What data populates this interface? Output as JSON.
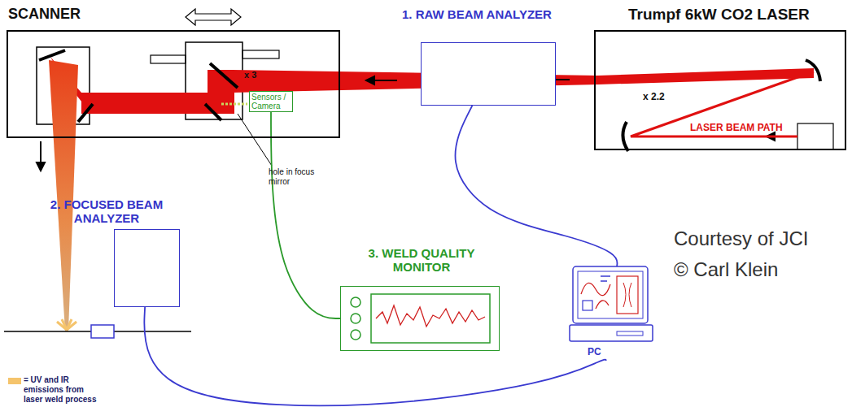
{
  "diagram": {
    "nodes": [
      {
        "text": [
          "SCANNER"
        ]
      },
      {
        "text": [
          "Sensors / Camera"
        ],
        "in": 0
      },
      {
        "text": [
          "1. RAW BEAM ANALYZER"
        ]
      },
      {
        "text": [
          "Trumpf 6kW CO2 LASER"
        ]
      },
      {
        "text": [
          "2. FOCUSED BEAM ANALYZER"
        ]
      },
      {
        "text": [
          "3. WELD QUALITY MONITOR"
        ]
      },
      {
        "text": [
          "PC"
        ]
      }
    ],
    "edges": [
      {
        "from": 2,
        "to": 6,
        "arrow": "none"
      },
      {
        "from": 4,
        "to": 6,
        "arrow": "none"
      },
      {
        "from": 1,
        "to": 5,
        "arrow": "none"
      }
    ],
    "labels": [
      "x 2.2",
      "LASER BEAM PATH",
      "x 3",
      "hole in focus mirror",
      "Courtesy of JCI",
      "© Carl Klein"
    ],
    "legend": [
      {
        "text": "= UV and IR emissions from laser weld process",
        "color": "#f5c46c"
      }
    ]
  }
}
